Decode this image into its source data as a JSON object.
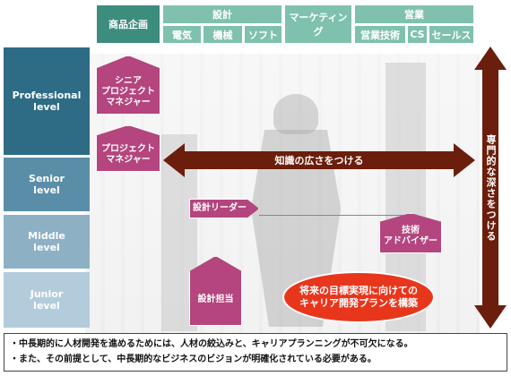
{
  "departments": {
    "product_planning": "商品企画",
    "design": {
      "label": "設計",
      "subs": [
        "電気",
        "機械",
        "ソフト"
      ]
    },
    "marketing": "マーケティング",
    "sales": {
      "label": "営業",
      "subs": [
        "営業技術",
        "CS",
        "セールス"
      ]
    }
  },
  "levels": [
    {
      "label": "Professional\nlevel",
      "color": "#2e6b85"
    },
    {
      "label": "Senior\nlevel",
      "color": "#5a8ea8"
    },
    {
      "label": "Middle\nlevel",
      "color": "#8db0c4"
    },
    {
      "label": "Junior\nlevel",
      "color": "#b3ccdb"
    }
  ],
  "roles": {
    "senior_pm": "シニア\nプロジェクト\nマネジャー",
    "pm": "プロジェクト\nマネジャー",
    "design_leader": "設計リーダー",
    "tech_advisor": "技術\nアドバイザー",
    "designer": "設計担当"
  },
  "arrows": {
    "horizontal": "知識の広さをつける",
    "vertical": "専門的な深さをつける",
    "color": "#6b1e0c"
  },
  "goal": "将来の目標実現に向けての\nキャリア開発プランを構築",
  "notes": [
    "・中長期的に人材開発を進めるためには、人材の絞込みと、キャリアプランニングが不可欠になる。",
    "・また、その前提として、中長期的なビジネスのビジョンが明確化されている必要がある。"
  ]
}
